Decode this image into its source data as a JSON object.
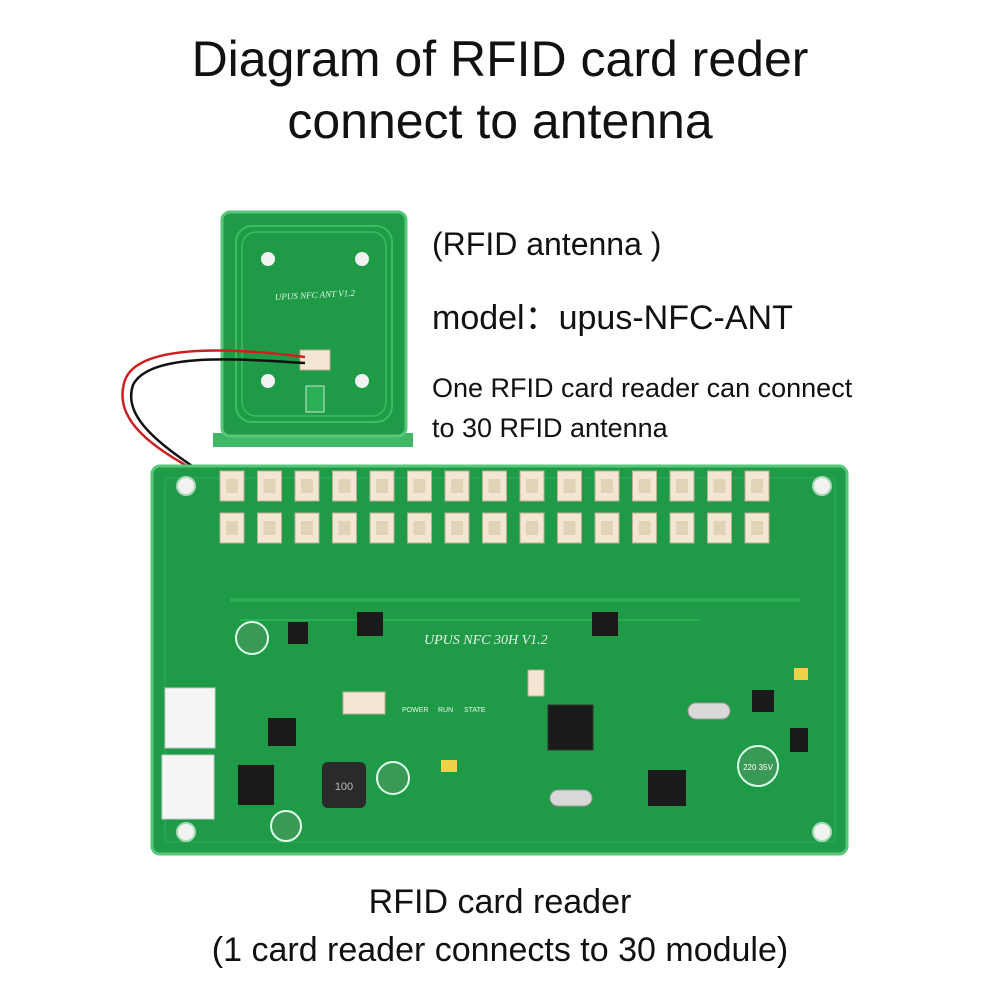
{
  "title": {
    "line1": "Diagram of RFID card reder",
    "line2": "connect to antenna"
  },
  "antenna": {
    "label": "(RFID antenna )",
    "model": "model：upus-NFC-ANT",
    "note_line1": "One RFID card reader can connect",
    "note_line2": "to 30 RFID antenna",
    "silkscreen": "UPUS NFC ANT V1.2"
  },
  "reader": {
    "silkscreen": "UPUS NFC 30H V1.2",
    "led_labels": [
      "POWER",
      "RUN",
      "STATE"
    ],
    "inductor_marking": "100",
    "capacitor_marking": "220 35V"
  },
  "caption": {
    "line1": "RFID card reader",
    "line2": "(1  card reader connects to 30 module)"
  },
  "connector_count": 30,
  "colors": {
    "pcb": "#1f9a47",
    "pcb_light": "#2cae55",
    "pcb_edge": "#57c77a",
    "connector": "#f3e6d2",
    "chip": "#1a1a1a",
    "wire_red": "#cc2020",
    "wire_black": "#111111"
  }
}
